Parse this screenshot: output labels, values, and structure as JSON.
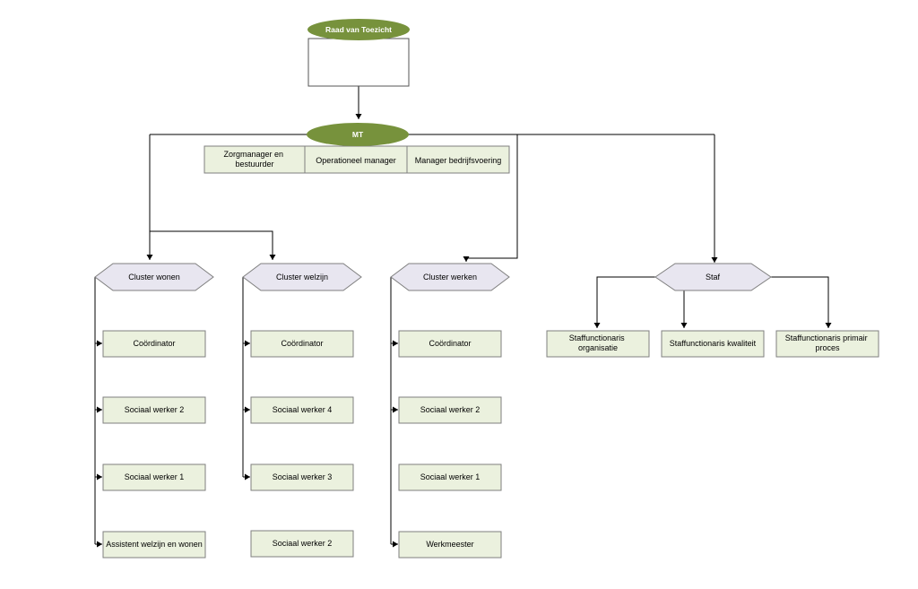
{
  "colors": {
    "oval_fill": "#77923c",
    "box_fill": "#ebf1de",
    "box_stroke": "#7f7f7f",
    "hexagon_fill": "#e8e6f0",
    "line": "#000000"
  },
  "top": {
    "board_label": "Raad van Toezicht",
    "mt_label": "MT"
  },
  "mt_members": [
    "Zorgmanager en bestuurder",
    "Operationeel manager",
    "Manager bedrijfsvoering"
  ],
  "clusters": [
    {
      "label": "Cluster wonen",
      "items": [
        "Coördinator",
        "Sociaal werker 2",
        "Sociaal werker 1",
        "Assistent welzijn en wonen"
      ]
    },
    {
      "label": "Cluster welzijn",
      "items": [
        "Coördinator",
        "Sociaal werker 4",
        "Sociaal werker 3",
        "Sociaal werker 2"
      ]
    },
    {
      "label": "Cluster werken",
      "items": [
        "Coördinator",
        "Sociaal werker 2",
        "Sociaal werker 1",
        "Werkmeester"
      ]
    }
  ],
  "staff": {
    "label": "Staf",
    "items": [
      "Staffunctionaris organisatie",
      "Staffunctionaris kwaliteit",
      "Staffunctionaris primair proces"
    ]
  }
}
